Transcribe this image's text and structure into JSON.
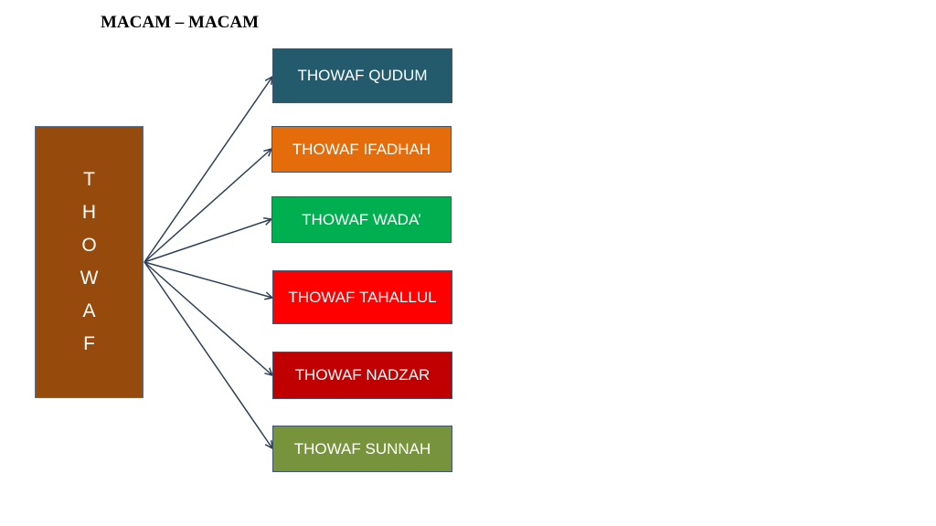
{
  "title": "MACAM – MACAM",
  "root": {
    "letters": [
      "T",
      "H",
      "O",
      "W",
      "A",
      "F"
    ],
    "color": "#964b0c"
  },
  "branches": [
    {
      "label": "THOWAF QUDUM",
      "color": "#235b6c"
    },
    {
      "label": "THOWAF IFADHAH",
      "color": "#e46c0a"
    },
    {
      "label": "THOWAF WADA’",
      "color": "#00b050"
    },
    {
      "label": "THOWAF TAHALLUL",
      "color": "#ff0000"
    },
    {
      "label": "THOWAF NADZAR",
      "color": "#c00000"
    },
    {
      "label": "THOWAF SUNNAH",
      "color": "#77933c"
    }
  ],
  "connector_color": "#2e4057"
}
